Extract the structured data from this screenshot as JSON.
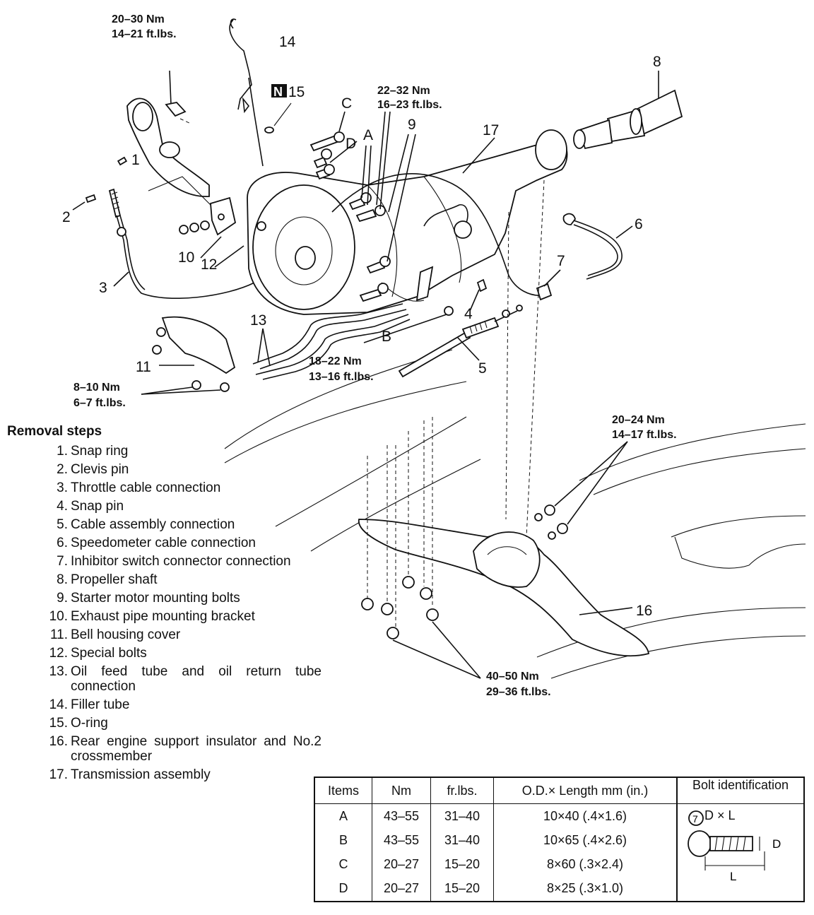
{
  "callouts": {
    "c1": "1",
    "c2": "2",
    "c3": "3",
    "c4": "4",
    "c5": "5",
    "c6": "6",
    "c7": "7",
    "c8": "8",
    "c9": "9",
    "c10": "10",
    "c11": "11",
    "c12": "12",
    "c13": "13",
    "c14": "14",
    "c15": "15",
    "c16": "16",
    "c17": "17",
    "cA": "A",
    "cB": "B",
    "cC": "C",
    "cD": "D",
    "n_mark": "N"
  },
  "torque": {
    "t1_nm": "20–30 Nm",
    "t1_ft": "14–21 ft.lbs.",
    "t2_nm": "22–32 Nm",
    "t2_ft": "16–23 ft.lbs.",
    "t3_nm": "18–22 Nm",
    "t3_ft": "13–16 ft.lbs.",
    "t4_nm": "8–10 Nm",
    "t4_ft": "6–7 ft.lbs.",
    "t5_nm": "20–24 Nm",
    "t5_ft": "14–17 ft.lbs.",
    "t6_nm": "40–50 Nm",
    "t6_ft": "29–36 ft.lbs."
  },
  "removal": {
    "heading": "Removal steps",
    "steps": [
      {
        "num": "1.",
        "text": "Snap ring"
      },
      {
        "num": "2.",
        "text": "Clevis pin"
      },
      {
        "num": "3.",
        "text": "Throttle cable connection"
      },
      {
        "num": "4.",
        "text": "Snap pin"
      },
      {
        "num": "5.",
        "text": "Cable assembly connection"
      },
      {
        "num": "6.",
        "text": "Speedometer cable connection"
      },
      {
        "num": "7.",
        "text": "Inhibitor switch connector connection"
      },
      {
        "num": "8.",
        "text": "Propeller shaft"
      },
      {
        "num": "9.",
        "text": "Starter motor mounting bolts"
      },
      {
        "num": "10.",
        "text": "Exhaust pipe mounting bracket"
      },
      {
        "num": "11.",
        "text": "Bell housing cover"
      },
      {
        "num": "12.",
        "text": "Special bolts"
      },
      {
        "num": "13.",
        "text": "Oil feed tube and oil return tube connection"
      },
      {
        "num": "14.",
        "text": "Filler tube"
      },
      {
        "num": "15.",
        "text": "O-ring"
      },
      {
        "num": "16.",
        "text": "Rear engine support insulator and No.2 crossmember"
      },
      {
        "num": "17.",
        "text": "Transmission assembly"
      }
    ]
  },
  "spec_table": {
    "headers": [
      "Items",
      "Nm",
      "fr.lbs.",
      "O.D.× Length     mm (in.)",
      "Bolt identification"
    ],
    "rows": [
      [
        "A",
        "43–55",
        "31–40",
        "10×40 (.4×1.6)"
      ],
      [
        "B",
        "43–55",
        "31–40",
        "10×65 (.4×2.6)"
      ],
      [
        "C",
        "20–27",
        "15–20",
        "8×60 (.3×2.4)"
      ],
      [
        "D",
        "20–27",
        "15–20",
        "8×25 (.3×1.0)"
      ]
    ],
    "bolt_id": {
      "grade": "7",
      "formula": "D × L",
      "dim_d": "D",
      "dim_l": "L"
    }
  }
}
